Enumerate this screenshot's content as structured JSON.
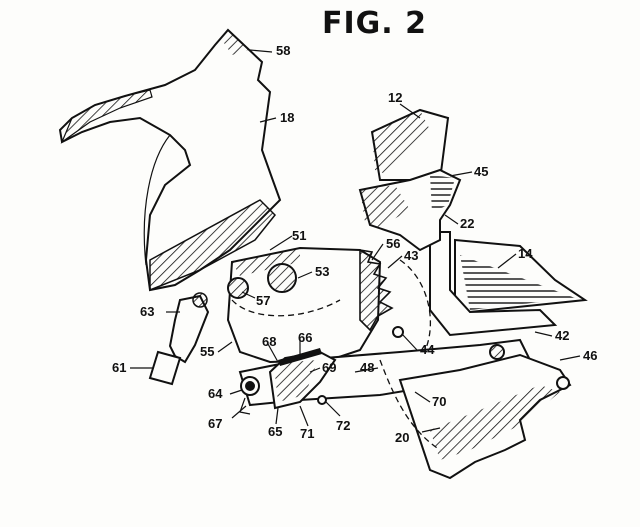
{
  "figure": {
    "title": "FIG. 2",
    "reference_numerals": {
      "r58": "58",
      "r18": "18",
      "r12": "12",
      "r45": "45",
      "r22": "22",
      "r14": "14",
      "r51": "51",
      "r56": "56",
      "r43": "43",
      "r53": "53",
      "r57": "57",
      "r63": "63",
      "r42": "42",
      "r46": "46",
      "r44": "44",
      "r55": "55",
      "r66": "66",
      "r68": "68",
      "r61": "61",
      "r69": "69",
      "r48": "48",
      "r64": "64",
      "r70": "70",
      "r67": "67",
      "r65": "65",
      "r71": "71",
      "r72": "72",
      "r20": "20"
    }
  }
}
